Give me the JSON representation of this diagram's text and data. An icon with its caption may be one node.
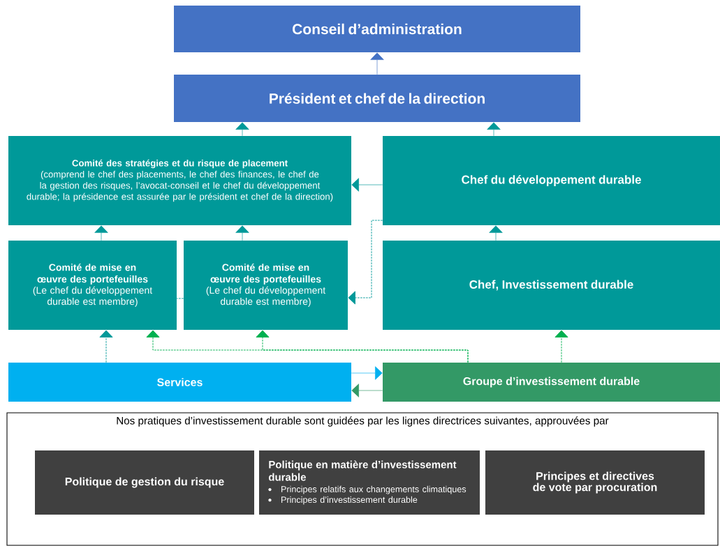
{
  "diagram": {
    "nodes": [
      {
        "text": [
          "Conseil d’administration"
        ]
      },
      {
        "text": [
          "Président et chef de la direction"
        ]
      },
      {
        "text": [
          "Comité des stratégies et du risque de placement",
          "(comprend le chef des placements, le chef des finances, le chef de la gestion des risques, l’avocat-conseil et le chef du développement durable; la présidence est assurée par le président et chef de la direction)"
        ]
      },
      {
        "text": [
          "Chef du développement durable"
        ]
      },
      {
        "text": [
          "Comité de mise en œuvre des portefeuilles",
          "(Le chef du développement durable est membre)"
        ]
      },
      {
        "text": [
          "Comité de mise en œuvre des portefeuilles",
          "(Le chef du développement durable est membre)"
        ]
      },
      {
        "text": [
          "Chef, Investissement durable"
        ]
      },
      {
        "text": [
          "Services"
        ]
      },
      {
        "text": [
          "Groupe d’investissement durable"
        ]
      },
      {
        "text": [
          "Nos pratiques d’investissement durable sont guidées par les lignes directrices suivantes, approuvées par"
        ]
      },
      {
        "text": [
          "Politique de gestion du risque"
        ],
        "in": 9
      },
      {
        "text": [
          "Politique en matière d’investissement durable",
          "Principes relatifs aux changements climatiques",
          "Principes d’investissement durable"
        ],
        "in": 9
      },
      {
        "text": [
          "Principes et directives de vote par procuration"
        ],
        "in": 9
      }
    ],
    "edges": [
      {
        "from": 1,
        "to": 0,
        "arrow": "to",
        "color": "#4472c4"
      },
      {
        "from": 2,
        "to": 1,
        "arrow": "to"
      },
      {
        "from": 3,
        "to": 1,
        "arrow": "to"
      },
      {
        "from": 3,
        "to": 2,
        "arrow": "to"
      },
      {
        "from": 4,
        "to": 2,
        "arrow": "to"
      },
      {
        "from": 5,
        "to": 2,
        "arrow": "to"
      },
      {
        "from": 6,
        "to": 3,
        "arrow": "to"
      },
      {
        "from": 3,
        "to": 5,
        "arrow": "to",
        "style": "dashed"
      },
      {
        "from": 5,
        "to": 4,
        "arrow": "none",
        "style": "dashed"
      },
      {
        "from": 7,
        "to": 4,
        "arrow": "to",
        "style": "dashed"
      },
      {
        "from": 8,
        "to": 4,
        "arrow": "to",
        "style": "dashed",
        "color": "#00b050"
      },
      {
        "from": 8,
        "to": 5,
        "arrow": "to",
        "style": "dashed",
        "color": "#00b050"
      },
      {
        "from": 8,
        "to": 6,
        "arrow": "to",
        "style": "dashed",
        "color": "#00b050"
      },
      {
        "from": 7,
        "to": 8,
        "arrow": "to",
        "color": "#00b0f0"
      },
      {
        "from": 8,
        "to": 7,
        "arrow": "to",
        "color": "#339966"
      }
    ]
  }
}
